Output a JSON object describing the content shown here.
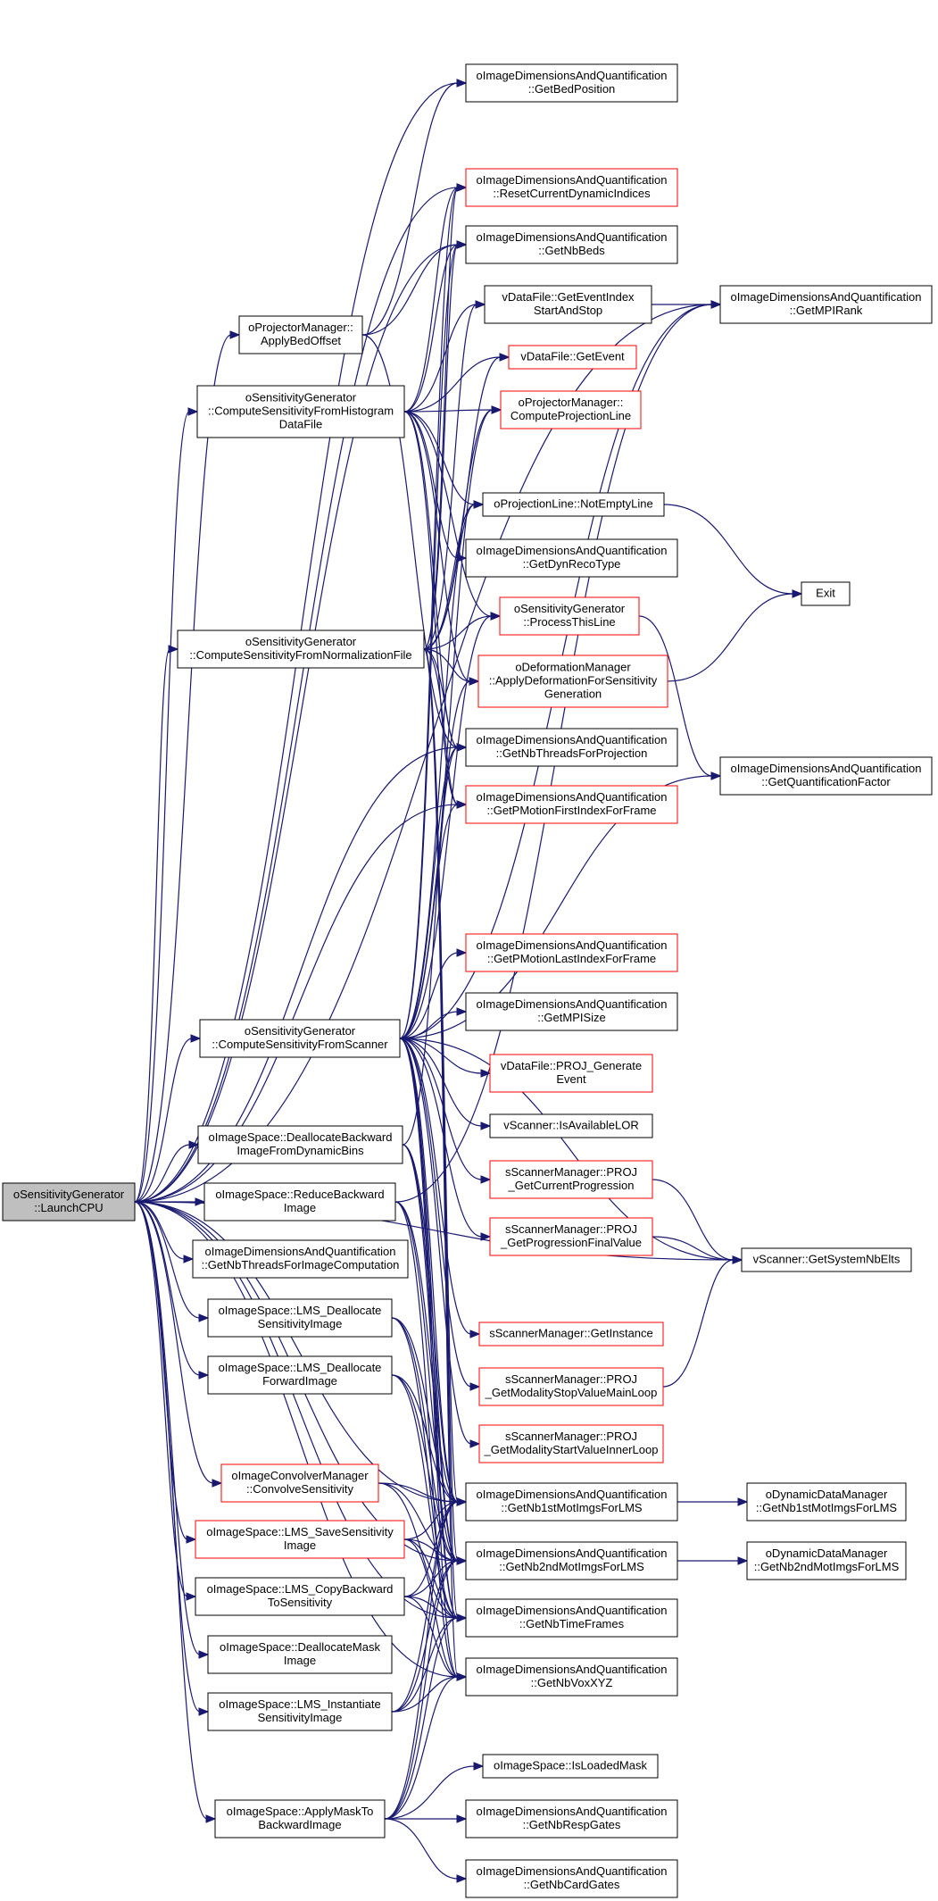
{
  "graph": {
    "nodes": [
      {
        "id": "root",
        "lines": [
          "oSensitivityGenerator",
          "::LaunchCPU"
        ],
        "kind": "root"
      },
      {
        "id": "applyBedOffset",
        "lines": [
          "oProjectorManager::",
          "ApplyBedOffset"
        ],
        "kind": "normal"
      },
      {
        "id": "csfHist",
        "lines": [
          "oSensitivityGenerator",
          "::ComputeSensitivityFromHistogram",
          "DataFile"
        ],
        "kind": "normal"
      },
      {
        "id": "csfNorm",
        "lines": [
          "oSensitivityGenerator",
          "::ComputeSensitivityFromNormalizationFile"
        ],
        "kind": "normal"
      },
      {
        "id": "csfScanner",
        "lines": [
          "oSensitivityGenerator",
          "::ComputeSensitivityFromScanner"
        ],
        "kind": "normal"
      },
      {
        "id": "deallocBackward",
        "lines": [
          "oImageSpace::DeallocateBackward",
          "ImageFromDynamicBins"
        ],
        "kind": "normal"
      },
      {
        "id": "reduceBackward",
        "lines": [
          "oImageSpace::ReduceBackward",
          "Image"
        ],
        "kind": "normal"
      },
      {
        "id": "nbThreadsImg",
        "lines": [
          "oImageDimensionsAndQuantification",
          "::GetNbThreadsForImageComputation"
        ],
        "kind": "normal"
      },
      {
        "id": "lmsDeallocSens",
        "lines": [
          "oImageSpace::LMS_Deallocate",
          "SensitivityImage"
        ],
        "kind": "normal"
      },
      {
        "id": "lmsDeallocFwd",
        "lines": [
          "oImageSpace::LMS_Deallocate",
          "ForwardImage"
        ],
        "kind": "normal"
      },
      {
        "id": "convolveSens",
        "lines": [
          "oImageConvolverManager",
          "::ConvolveSensitivity"
        ],
        "kind": "red"
      },
      {
        "id": "lmsSaveSens",
        "lines": [
          "oImageSpace::LMS_SaveSensitivity",
          "Image"
        ],
        "kind": "red"
      },
      {
        "id": "lmsCopyBackward",
        "lines": [
          "oImageSpace::LMS_CopyBackward",
          "ToSensitivity"
        ],
        "kind": "normal"
      },
      {
        "id": "deallocMask",
        "lines": [
          "oImageSpace::DeallocateMask",
          "Image"
        ],
        "kind": "normal"
      },
      {
        "id": "lmsInstSens",
        "lines": [
          "oImageSpace::LMS_Instantiate",
          "SensitivityImage"
        ],
        "kind": "normal"
      },
      {
        "id": "applyMask",
        "lines": [
          "oImageSpace::ApplyMaskTo",
          "BackwardImage"
        ],
        "kind": "normal"
      },
      {
        "id": "getBedPos",
        "lines": [
          "oImageDimensionsAndQuantification",
          "::GetBedPosition"
        ],
        "kind": "normal"
      },
      {
        "id": "resetDyn",
        "lines": [
          "oImageDimensionsAndQuantification",
          "::ResetCurrentDynamicIndices"
        ],
        "kind": "red"
      },
      {
        "id": "getNbBeds",
        "lines": [
          "oImageDimensionsAndQuantification",
          "::GetNbBeds"
        ],
        "kind": "normal"
      },
      {
        "id": "getEventIndex",
        "lines": [
          "vDataFile::GetEventIndex",
          "StartAndStop"
        ],
        "kind": "normal"
      },
      {
        "id": "getEvent",
        "lines": [
          "vDataFile::GetEvent"
        ],
        "kind": "red"
      },
      {
        "id": "computeProjLine",
        "lines": [
          "oProjectorManager::",
          "ComputeProjectionLine"
        ],
        "kind": "red"
      },
      {
        "id": "notEmptyLine",
        "lines": [
          "oProjectionLine::NotEmptyLine"
        ],
        "kind": "normal"
      },
      {
        "id": "getDynReco",
        "lines": [
          "oImageDimensionsAndQuantification",
          "::GetDynRecoType"
        ],
        "kind": "normal"
      },
      {
        "id": "processLine",
        "lines": [
          "oSensitivityGenerator",
          "::ProcessThisLine"
        ],
        "kind": "red"
      },
      {
        "id": "applyDeform",
        "lines": [
          "oDeformationManager",
          "::ApplyDeformationForSensitivity",
          "Generation"
        ],
        "kind": "red"
      },
      {
        "id": "nbThreadsProj",
        "lines": [
          "oImageDimensionsAndQuantification",
          "::GetNbThreadsForProjection"
        ],
        "kind": "normal"
      },
      {
        "id": "pmotFirst",
        "lines": [
          "oImageDimensionsAndQuantification",
          "::GetPMotionFirstIndexForFrame"
        ],
        "kind": "red"
      },
      {
        "id": "pmotLast",
        "lines": [
          "oImageDimensionsAndQuantification",
          "::GetPMotionLastIndexForFrame"
        ],
        "kind": "red"
      },
      {
        "id": "getMPISize",
        "lines": [
          "oImageDimensionsAndQuantification",
          "::GetMPISize"
        ],
        "kind": "normal"
      },
      {
        "id": "projGenEvent",
        "lines": [
          "vDataFile::PROJ_Generate",
          "Event"
        ],
        "kind": "red"
      },
      {
        "id": "isAvailLOR",
        "lines": [
          "vScanner::IsAvailableLOR"
        ],
        "kind": "normal"
      },
      {
        "id": "projCurProg",
        "lines": [
          "sScannerManager::PROJ",
          "_GetCurrentProgression"
        ],
        "kind": "red"
      },
      {
        "id": "projProgFinal",
        "lines": [
          "sScannerManager::PROJ",
          "_GetProgressionFinalValue"
        ],
        "kind": "red"
      },
      {
        "id": "getInstance",
        "lines": [
          "sScannerManager::GetInstance"
        ],
        "kind": "red"
      },
      {
        "id": "projModStop",
        "lines": [
          "sScannerManager::PROJ",
          "_GetModalityStopValueMainLoop"
        ],
        "kind": "red"
      },
      {
        "id": "projModStart",
        "lines": [
          "sScannerManager::PROJ",
          "_GetModalityStartValueInnerLoop"
        ],
        "kind": "red"
      },
      {
        "id": "nb1st",
        "lines": [
          "oImageDimensionsAndQuantification",
          "::GetNb1stMotImgsForLMS"
        ],
        "kind": "normal"
      },
      {
        "id": "nb2nd",
        "lines": [
          "oImageDimensionsAndQuantification",
          "::GetNb2ndMotImgsForLMS"
        ],
        "kind": "normal"
      },
      {
        "id": "nbTimeFrames",
        "lines": [
          "oImageDimensionsAndQuantification",
          "::GetNbTimeFrames"
        ],
        "kind": "normal"
      },
      {
        "id": "nbVoxXYZ",
        "lines": [
          "oImageDimensionsAndQuantification",
          "::GetNbVoxXYZ"
        ],
        "kind": "normal"
      },
      {
        "id": "isLoadedMask",
        "lines": [
          "oImageSpace::IsLoadedMask"
        ],
        "kind": "normal"
      },
      {
        "id": "nbRespGates",
        "lines": [
          "oImageDimensionsAndQuantification",
          "::GetNbRespGates"
        ],
        "kind": "normal"
      },
      {
        "id": "nbCardGates",
        "lines": [
          "oImageDimensionsAndQuantification",
          "::GetNbCardGates"
        ],
        "kind": "normal"
      },
      {
        "id": "getMPIRank",
        "lines": [
          "oImageDimensionsAndQuantification",
          "::GetMPIRank"
        ],
        "kind": "normal"
      },
      {
        "id": "exit",
        "lines": [
          "Exit"
        ],
        "kind": "normal"
      },
      {
        "id": "getQuantFactor",
        "lines": [
          "oImageDimensionsAndQuantification",
          "::GetQuantificationFactor"
        ],
        "kind": "normal"
      },
      {
        "id": "getSysNbElts",
        "lines": [
          "vScanner::GetSystemNbElts"
        ],
        "kind": "normal"
      },
      {
        "id": "dyn1st",
        "lines": [
          "oDynamicDataManager",
          "::GetNb1stMotImgsForLMS"
        ],
        "kind": "normal"
      },
      {
        "id": "dyn2nd",
        "lines": [
          "oDynamicDataManager",
          "::GetNb2ndMotImgsForLMS"
        ],
        "kind": "normal"
      }
    ],
    "edges": [
      [
        "root",
        "applyBedOffset"
      ],
      [
        "root",
        "csfHist"
      ],
      [
        "root",
        "csfNorm"
      ],
      [
        "root",
        "csfScanner"
      ],
      [
        "root",
        "deallocBackward"
      ],
      [
        "root",
        "reduceBackward"
      ],
      [
        "root",
        "nbThreadsImg"
      ],
      [
        "root",
        "lmsDeallocSens"
      ],
      [
        "root",
        "lmsDeallocFwd"
      ],
      [
        "root",
        "convolveSens"
      ],
      [
        "root",
        "lmsSaveSens"
      ],
      [
        "root",
        "lmsCopyBackward"
      ],
      [
        "root",
        "deallocMask"
      ],
      [
        "root",
        "lmsInstSens"
      ],
      [
        "root",
        "applyMask"
      ],
      [
        "root",
        "getBedPos"
      ],
      [
        "root",
        "getMPIRank"
      ],
      [
        "root",
        "getNbBeds"
      ],
      [
        "root",
        "resetDyn"
      ],
      [
        "root",
        "nbThreadsProj"
      ],
      [
        "root",
        "pmotFirst"
      ],
      [
        "root",
        "getSysNbElts"
      ],
      [
        "root",
        "nb1st"
      ],
      [
        "root",
        "nb2nd"
      ],
      [
        "root",
        "nbTimeFrames"
      ],
      [
        "root",
        "nbVoxXYZ"
      ],
      [
        "applyBedOffset",
        "getBedPos"
      ],
      [
        "applyBedOffset",
        "getNbBeds"
      ],
      [
        "applyBedOffset",
        "nbThreadsProj"
      ],
      [
        "csfHist",
        "resetDyn"
      ],
      [
        "csfHist",
        "getNbBeds"
      ],
      [
        "csfHist",
        "getEventIndex"
      ],
      [
        "csfHist",
        "getEvent"
      ],
      [
        "csfHist",
        "computeProjLine"
      ],
      [
        "csfHist",
        "notEmptyLine"
      ],
      [
        "csfHist",
        "getDynReco"
      ],
      [
        "csfHist",
        "processLine"
      ],
      [
        "csfHist",
        "applyDeform"
      ],
      [
        "csfHist",
        "nbThreadsProj"
      ],
      [
        "csfHist",
        "pmotFirst"
      ],
      [
        "csfNorm",
        "resetDyn"
      ],
      [
        "csfNorm",
        "getNbBeds"
      ],
      [
        "csfNorm",
        "getEventIndex"
      ],
      [
        "csfNorm",
        "getEvent"
      ],
      [
        "csfNorm",
        "computeProjLine"
      ],
      [
        "csfNorm",
        "notEmptyLine"
      ],
      [
        "csfNorm",
        "processLine"
      ],
      [
        "csfNorm",
        "applyDeform"
      ],
      [
        "csfNorm",
        "nbThreadsProj"
      ],
      [
        "csfNorm",
        "pmotFirst"
      ],
      [
        "csfNorm",
        "nb1st"
      ],
      [
        "csfNorm",
        "nb2nd"
      ],
      [
        "csfNorm",
        "nbTimeFrames"
      ],
      [
        "csfNorm",
        "nbVoxXYZ"
      ],
      [
        "csfScanner",
        "resetDyn"
      ],
      [
        "csfScanner",
        "getNbBeds"
      ],
      [
        "csfScanner",
        "computeProjLine"
      ],
      [
        "csfScanner",
        "notEmptyLine"
      ],
      [
        "csfScanner",
        "processLine"
      ],
      [
        "csfScanner",
        "applyDeform"
      ],
      [
        "csfScanner",
        "nbThreadsProj"
      ],
      [
        "csfScanner",
        "pmotFirst"
      ],
      [
        "csfScanner",
        "pmotLast"
      ],
      [
        "csfScanner",
        "getMPISize"
      ],
      [
        "csfScanner",
        "getMPIRank"
      ],
      [
        "csfScanner",
        "getQuantFactor"
      ],
      [
        "csfScanner",
        "projGenEvent"
      ],
      [
        "csfScanner",
        "isAvailLOR"
      ],
      [
        "csfScanner",
        "projCurProg"
      ],
      [
        "csfScanner",
        "projProgFinal"
      ],
      [
        "csfScanner",
        "getInstance"
      ],
      [
        "csfScanner",
        "projModStop"
      ],
      [
        "csfScanner",
        "projModStart"
      ],
      [
        "csfScanner",
        "nb1st"
      ],
      [
        "csfScanner",
        "nb2nd"
      ],
      [
        "csfScanner",
        "nbTimeFrames"
      ],
      [
        "csfScanner",
        "nbVoxXYZ"
      ],
      [
        "csfScanner",
        "getSysNbElts"
      ],
      [
        "deallocBackward",
        "nb1st"
      ],
      [
        "deallocBackward",
        "nb2nd"
      ],
      [
        "deallocBackward",
        "nbTimeFrames"
      ],
      [
        "deallocBackward",
        "nbThreadsProj"
      ],
      [
        "reduceBackward",
        "getMPIRank"
      ],
      [
        "reduceBackward",
        "nb1st"
      ],
      [
        "reduceBackward",
        "nb2nd"
      ],
      [
        "reduceBackward",
        "nbVoxXYZ"
      ],
      [
        "lmsDeallocSens",
        "nb1st"
      ],
      [
        "lmsDeallocSens",
        "nb2nd"
      ],
      [
        "lmsDeallocSens",
        "nbTimeFrames"
      ],
      [
        "lmsDeallocFwd",
        "nb1st"
      ],
      [
        "lmsDeallocFwd",
        "nb2nd"
      ],
      [
        "lmsDeallocFwd",
        "nbTimeFrames"
      ],
      [
        "convolveSens",
        "nb1st"
      ],
      [
        "convolveSens",
        "nb2nd"
      ],
      [
        "convolveSens",
        "nbTimeFrames"
      ],
      [
        "lmsSaveSens",
        "nb1st"
      ],
      [
        "lmsSaveSens",
        "nb2nd"
      ],
      [
        "lmsSaveSens",
        "nbTimeFrames"
      ],
      [
        "lmsSaveSens",
        "nbVoxXYZ"
      ],
      [
        "lmsCopyBackward",
        "nb1st"
      ],
      [
        "lmsCopyBackward",
        "nb2nd"
      ],
      [
        "lmsCopyBackward",
        "nbTimeFrames"
      ],
      [
        "lmsCopyBackward",
        "nbVoxXYZ"
      ],
      [
        "lmsInstSens",
        "nb1st"
      ],
      [
        "lmsInstSens",
        "nb2nd"
      ],
      [
        "lmsInstSens",
        "nbTimeFrames"
      ],
      [
        "lmsInstSens",
        "nbVoxXYZ"
      ],
      [
        "applyMask",
        "isLoadedMask"
      ],
      [
        "applyMask",
        "nbRespGates"
      ],
      [
        "applyMask",
        "nbCardGates"
      ],
      [
        "applyMask",
        "nbVoxXYZ"
      ],
      [
        "applyMask",
        "nb1st"
      ],
      [
        "applyMask",
        "nb2nd"
      ],
      [
        "applyMask",
        "nbTimeFrames"
      ],
      [
        "getEventIndex",
        "getMPIRank"
      ],
      [
        "notEmptyLine",
        "exit"
      ],
      [
        "applyDeform",
        "exit"
      ],
      [
        "processLine",
        "getQuantFactor"
      ],
      [
        "projCurProg",
        "getSysNbElts"
      ],
      [
        "projProgFinal",
        "getSysNbElts"
      ],
      [
        "projModStop",
        "getSysNbElts"
      ],
      [
        "nb1st",
        "dyn1st"
      ],
      [
        "nb2nd",
        "dyn2nd"
      ]
    ]
  }
}
